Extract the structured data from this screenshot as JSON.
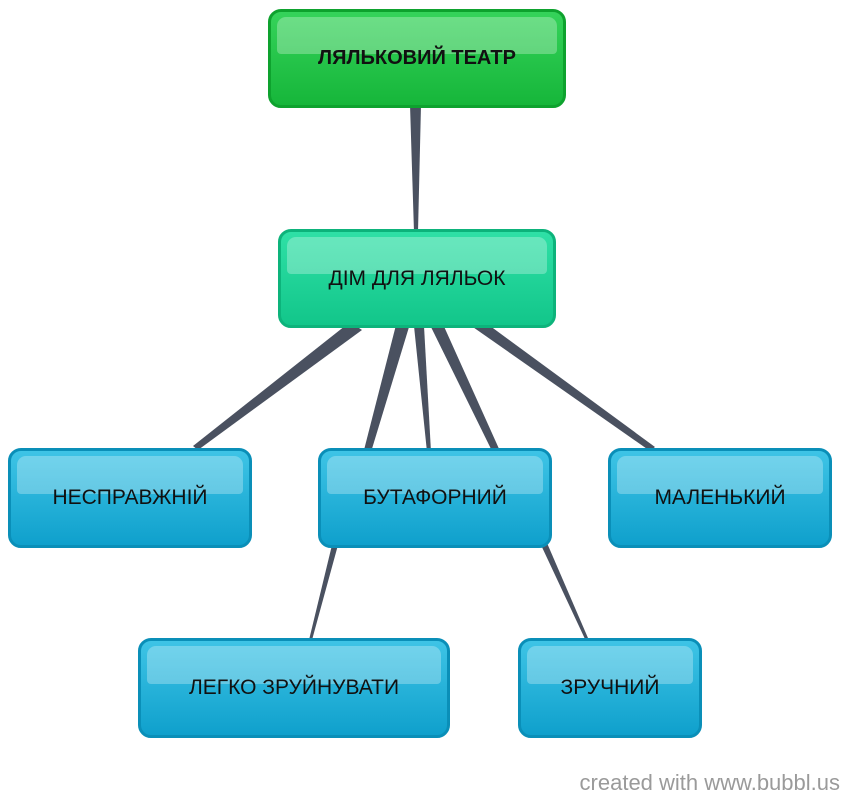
{
  "mindmap": {
    "root": {
      "label": "ЛЯЛЬКОВИЙ ТЕАТР",
      "color": "#1ec346"
    },
    "hub": {
      "label": "ДІМ ДЛЯ ЛЯЛЬОК",
      "color": "#1ed495"
    },
    "level2": [
      {
        "label": "НЕСПРАВЖНІЙ",
        "color": "#1ab2dc"
      },
      {
        "label": "БУТАФОРНИЙ",
        "color": "#1ab2dc"
      },
      {
        "label": "МАЛЕНЬКИЙ",
        "color": "#1ab2dc"
      }
    ],
    "level3": [
      {
        "label": "ЛЕГКО ЗРУЙНУВАТИ",
        "color": "#1ab2dc"
      },
      {
        "label": "ЗРУЧНИЙ",
        "color": "#1ab2dc"
      }
    ],
    "connector_color": "#4a5160"
  },
  "footer": {
    "credit": "created with www.bubbl.us"
  }
}
